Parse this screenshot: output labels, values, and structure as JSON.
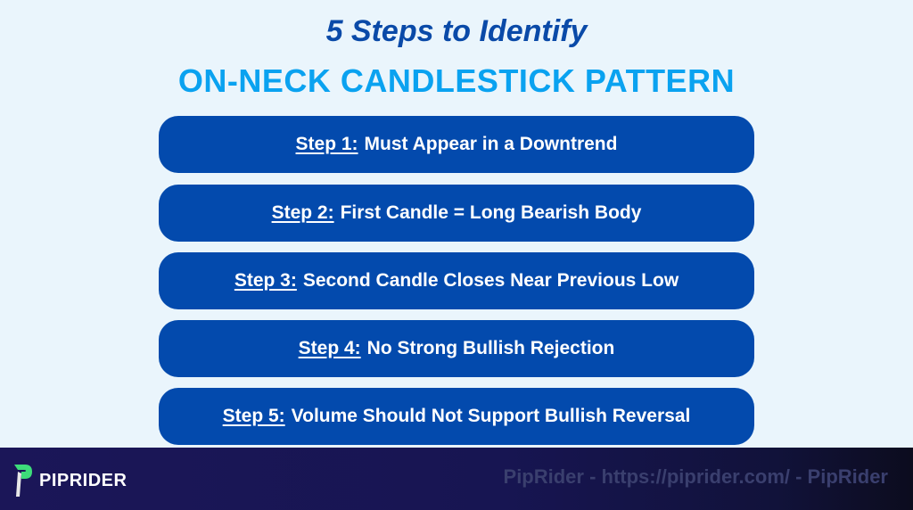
{
  "header": {
    "title_line1": "5 Steps to Identify",
    "title_line2": "ON-NECK CANDLESTICK PATTERN"
  },
  "steps": [
    {
      "label": "Step 1:",
      "text": "Must Appear in a Downtrend"
    },
    {
      "label": "Step 2:",
      "text": "First Candle = Long Bearish Body"
    },
    {
      "label": "Step 3:",
      "text": "Second Candle Closes Near Previous Low"
    },
    {
      "label": "Step 4:",
      "text": "No Strong Bullish Rejection"
    },
    {
      "label": "Step 5:",
      "text": "Volume Should Not Support Bullish Reversal"
    }
  ],
  "footer": {
    "brand": "PIPRIDER",
    "brand_icon": "piprider-logo-icon",
    "watermark": "PipRider - https://piprider.com/ - PipRider"
  },
  "colors": {
    "background": "#eaf5fc",
    "title_dark": "#0a4aa8",
    "title_light": "#0aa2f0",
    "step_bg": "#034aad",
    "footer_bg": "#1b1658",
    "logo_green": "#3ddc7a"
  }
}
